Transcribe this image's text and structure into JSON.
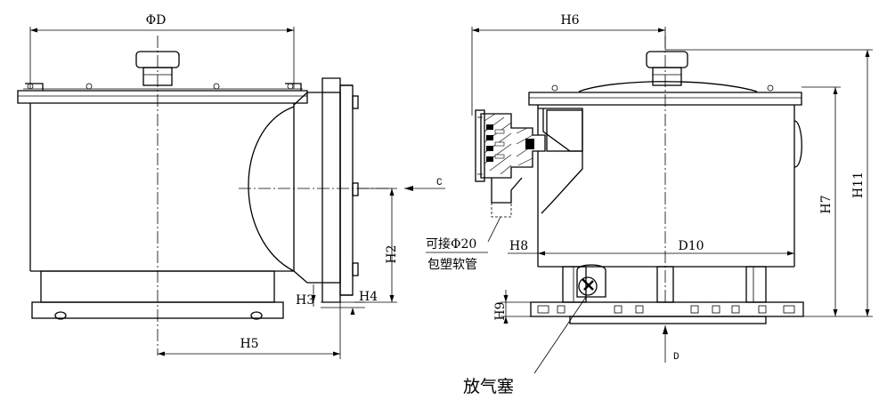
{
  "left_view": {
    "dims": {
      "diameter": "ΦD",
      "h2": "H2",
      "h3": "H3",
      "h4": "H4",
      "h5": "H5"
    },
    "direction_c": "C"
  },
  "right_view": {
    "dims": {
      "h6": "H6",
      "h7": "H7",
      "h8": "H8",
      "h9": "H9",
      "h10_d": "D10",
      "h11": "H11"
    },
    "direction_d": "D",
    "hose_note_line1": "可接Φ20",
    "hose_note_line2": "包塑软管",
    "vent_plug_label": "放气塞"
  }
}
